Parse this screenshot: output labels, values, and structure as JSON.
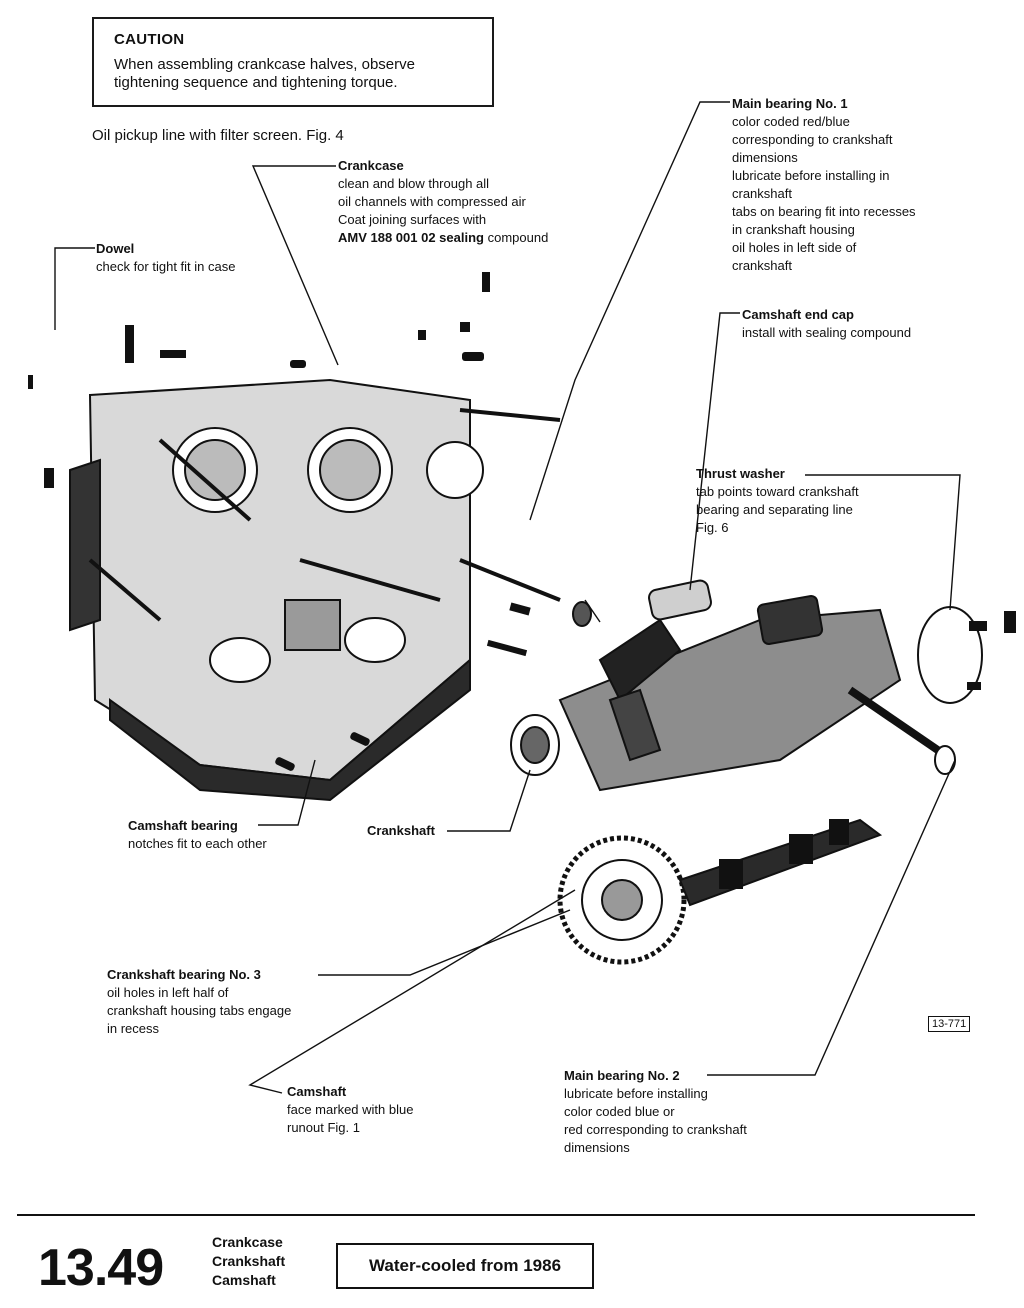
{
  "caution": {
    "title": "CAUTION",
    "lines": [
      "When assembling crankcase halves, observe",
      "tightening sequence and tightening torque."
    ]
  },
  "oil_pickup": "Oil pickup line with filter screen. Fig. 4",
  "callouts": {
    "crankcase": {
      "title": "Crankcase",
      "lines": [
        "clean and blow through all",
        "oil channels with compressed air",
        "Coat joining surfaces with"
      ],
      "compound_bold": "AMV 188 001 02 sealing",
      "compound_rest": " compound"
    },
    "dowel": {
      "title": "Dowel",
      "lines": [
        "check for tight fit in case"
      ]
    },
    "main_bearing_1": {
      "title": "Main bearing No. 1",
      "lines": [
        "color coded red/blue",
        "corresponding to crankshaft",
        "dimensions",
        "lubricate before installing in",
        "crankshaft",
        "tabs on bearing fit into recesses",
        "in crankshaft housing",
        "oil holes in left side of",
        "crankshaft"
      ]
    },
    "camshaft_end_cap": {
      "title": "Camshaft end cap",
      "lines": [
        "install with sealing compound"
      ]
    },
    "thrust_washer": {
      "title": "Thrust washer",
      "lines": [
        "tab points toward crankshaft",
        "bearing and separating line",
        "Fig. 6"
      ]
    },
    "camshaft_bearing": {
      "title": "Camshaft bearing",
      "lines": [
        "notches fit to each other"
      ]
    },
    "crankshaft": {
      "title": "Crankshaft"
    },
    "crankshaft_bearing_3": {
      "title": "Crankshaft bearing No. 3",
      "lines": [
        "oil holes in left half of",
        "crankshaft housing tabs engage",
        "in recess"
      ]
    },
    "camshaft": {
      "title": "Camshaft",
      "lines": [
        "face marked with blue",
        "runout Fig. 1"
      ]
    },
    "main_bearing_2": {
      "title": "Main bearing No. 2",
      "lines": [
        "lubricate before installing",
        "color coded blue or",
        "red corresponding to crankshaft",
        "dimensions"
      ]
    }
  },
  "figure_ref": "13-771",
  "footer": {
    "page_number": "13.49",
    "topics": [
      "Crankcase",
      "Crankshaft",
      "Camshaft"
    ],
    "badge": "Water-cooled from 1986"
  }
}
